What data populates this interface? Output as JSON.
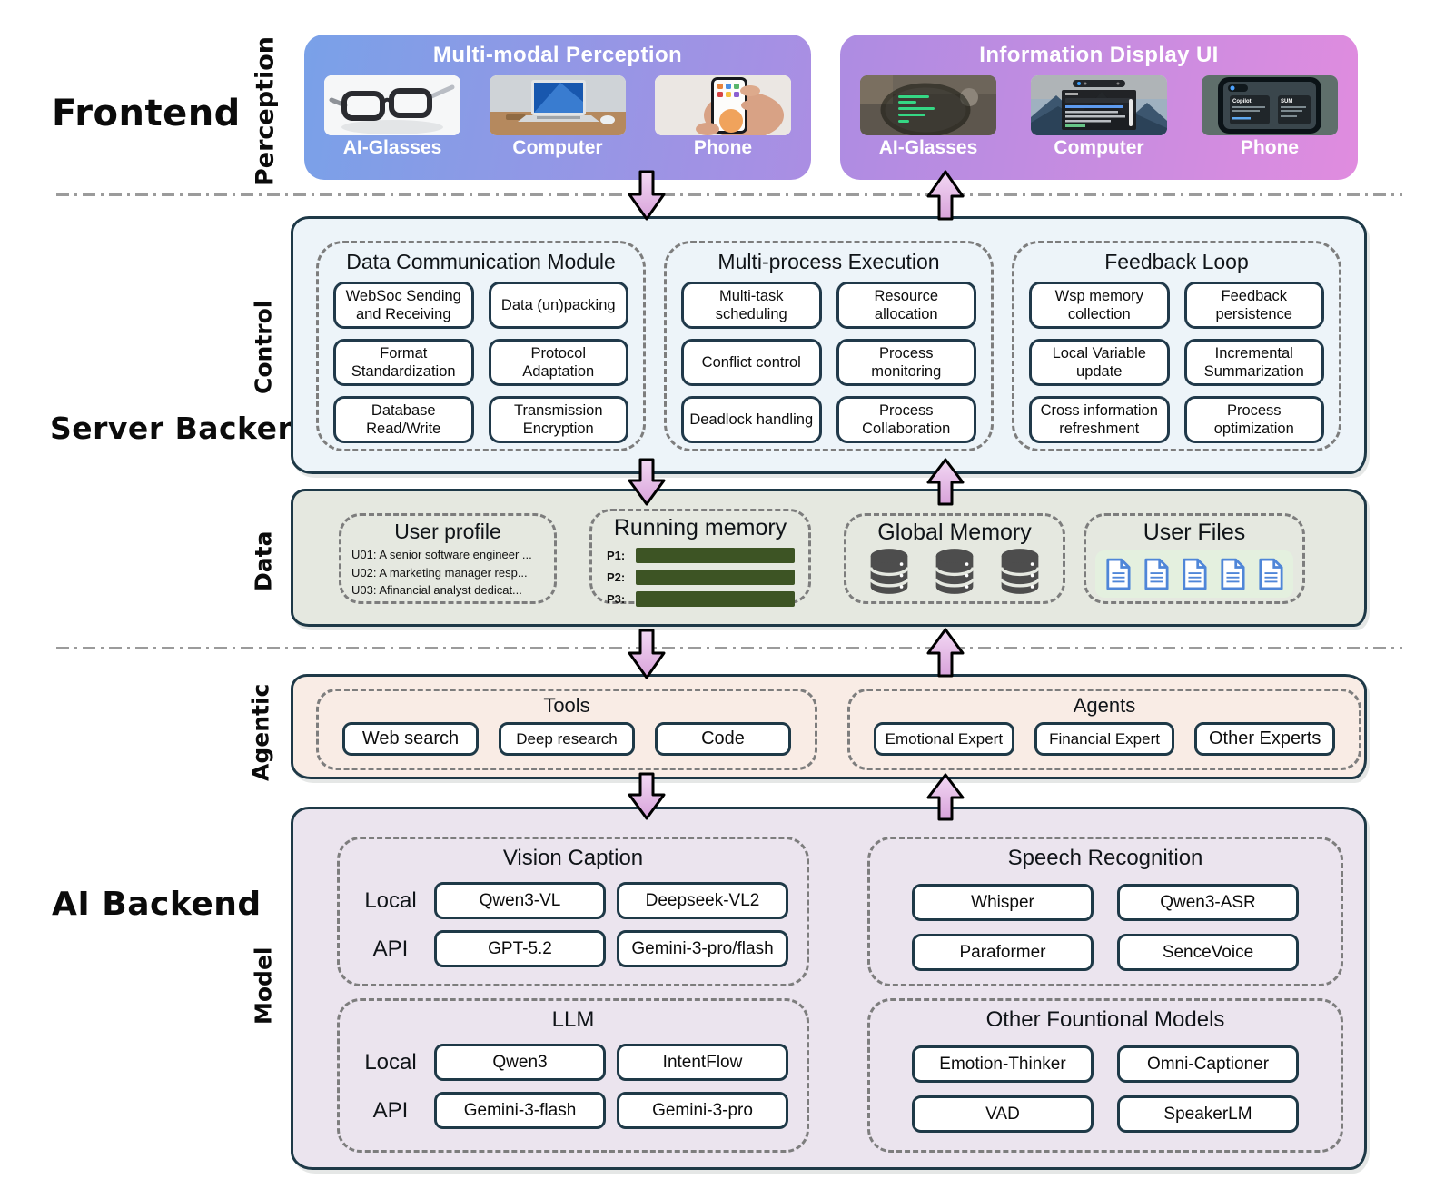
{
  "labels": {
    "frontend": "Frontend",
    "perception": "Perception",
    "server_backend": "Server Backend",
    "control": "Control",
    "data": "Data",
    "agentic": "Agentic",
    "ai_backend": "AI Backend",
    "model": "Model"
  },
  "perception_panel": {
    "title": "Multi-modal Perception",
    "items": [
      {
        "label": "AI-Glasses"
      },
      {
        "label": "Computer"
      },
      {
        "label": "Phone"
      }
    ]
  },
  "display_panel": {
    "title": "Information Display UI",
    "items": [
      {
        "label": "AI-Glasses"
      },
      {
        "label": "Computer"
      },
      {
        "label": "Phone"
      }
    ],
    "phone_cards": [
      "Copilot",
      "SUM"
    ]
  },
  "control_modules": [
    {
      "title": "Data Communication Module",
      "cells": [
        "WebSoc Sending and Receiving",
        "Data (un)packing",
        "Format Standardization",
        "Protocol Adaptation",
        "Database Read/Write",
        "Transmission Encryption"
      ]
    },
    {
      "title": "Multi-process Execution",
      "cells": [
        "Multi-task scheduling",
        "Resource allocation",
        "Conflict control",
        "Process monitoring",
        "Deadlock handling",
        "Process Collaboration"
      ]
    },
    {
      "title": "Feedback Loop",
      "cells": [
        "Wsp memory collection",
        "Feedback persistence",
        "Local Variable update",
        "Incremental Summarization",
        "Cross information refreshment",
        "Process optimization"
      ]
    }
  ],
  "data_modules": {
    "user_profile": {
      "title": "User profile",
      "lines": [
        "U01: A senior software engineer ...",
        "U02: A marketing manager resp...",
        "U03: Afinancial analyst dedicat..."
      ]
    },
    "running_memory": {
      "title": "Running memory",
      "processes": [
        "P1:",
        "P2:",
        "P3:"
      ],
      "bar_color": "#3d5424"
    },
    "global_memory": {
      "title": "Global Memory",
      "database_count": 3
    },
    "user_files": {
      "title": "User Files",
      "file_count": 5
    }
  },
  "agentic_modules": {
    "tools": {
      "title": "Tools",
      "items": [
        "Web search",
        "Deep research",
        "Code"
      ]
    },
    "agents": {
      "title": "Agents",
      "items": [
        "Emotional Expert",
        "Financial Expert",
        "Other Experts"
      ]
    }
  },
  "model_modules": [
    {
      "title": "Vision Caption",
      "rows": [
        {
          "label": "Local",
          "items": [
            "Qwen3-VL",
            "Deepseek-VL2"
          ]
        },
        {
          "label": "API",
          "items": [
            "GPT-5.2",
            "Gemini-3-pro/flash"
          ]
        }
      ]
    },
    {
      "title": "Speech Recognition",
      "rows": [
        {
          "items": [
            "Whisper",
            "Qwen3-ASR"
          ]
        },
        {
          "items": [
            "Paraformer",
            "SenceVoice"
          ]
        }
      ]
    },
    {
      "title": "LLM",
      "rows": [
        {
          "label": "Local",
          "items": [
            "Qwen3",
            "IntentFlow"
          ]
        },
        {
          "label": "API",
          "items": [
            "Gemini-3-flash",
            "Gemini-3-pro"
          ]
        }
      ]
    },
    {
      "title": "Other Fountional Models",
      "rows": [
        {
          "items": [
            "Emotion-Thinker",
            "Omni-Captioner"
          ]
        },
        {
          "items": [
            "VAD",
            "SpeakerLM"
          ]
        }
      ]
    }
  ],
  "colors": {
    "perception_gradient_start": "#79a1e8",
    "perception_gradient_end": "#ab8ee3",
    "display_gradient_start": "#ad8ce2",
    "display_gradient_end": "#e08cdf",
    "server_fill": "#edf4f9",
    "data_fill": "#e5e8e0",
    "agentic_fill": "#f9ece5",
    "model_fill": "#ebe4ee",
    "outline_navy": "#1e3947",
    "dashed_border": "#7d7d7d",
    "arrow_fill_light": "#f3d9f4",
    "arrow_fill_dark": "#d8a2da",
    "memory_bar_green": "#3d5424",
    "file_icon_blue": "#4f86d8",
    "files_bg_green": "#e4f0df",
    "db_icon_gray": "#4d4d4d"
  }
}
